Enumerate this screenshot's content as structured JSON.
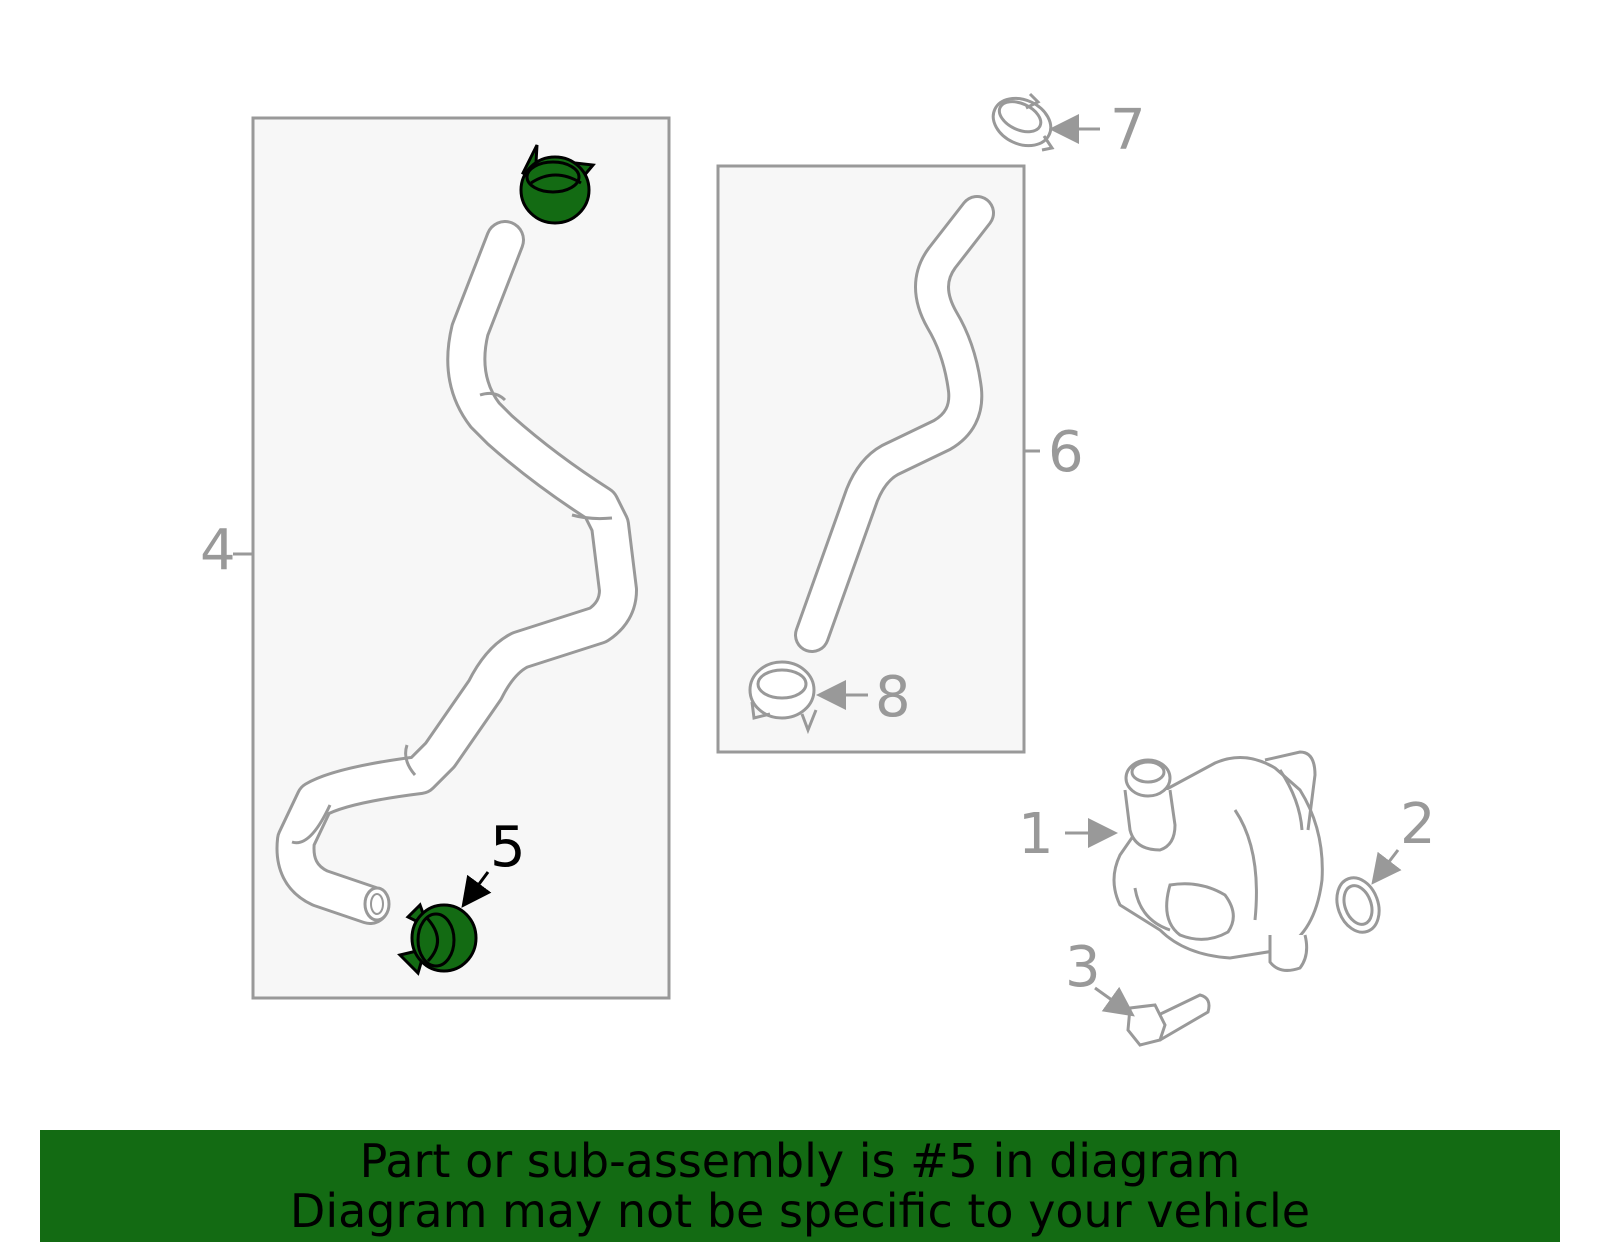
{
  "callouts": {
    "c1": "1",
    "c2": "2",
    "c3": "3",
    "c4": "4",
    "c5": "5",
    "c6": "6",
    "c7": "7",
    "c8": "8"
  },
  "highlight": {
    "part": "5",
    "color": "#136b13"
  },
  "banner": {
    "line1": "Part or sub-assembly is #5 in diagram",
    "line2": "Diagram may not be specific to your vehicle",
    "background": "#136b13"
  },
  "colors": {
    "line": "#999999",
    "panel": "#f7f7f7",
    "highlight": "#136b13"
  }
}
